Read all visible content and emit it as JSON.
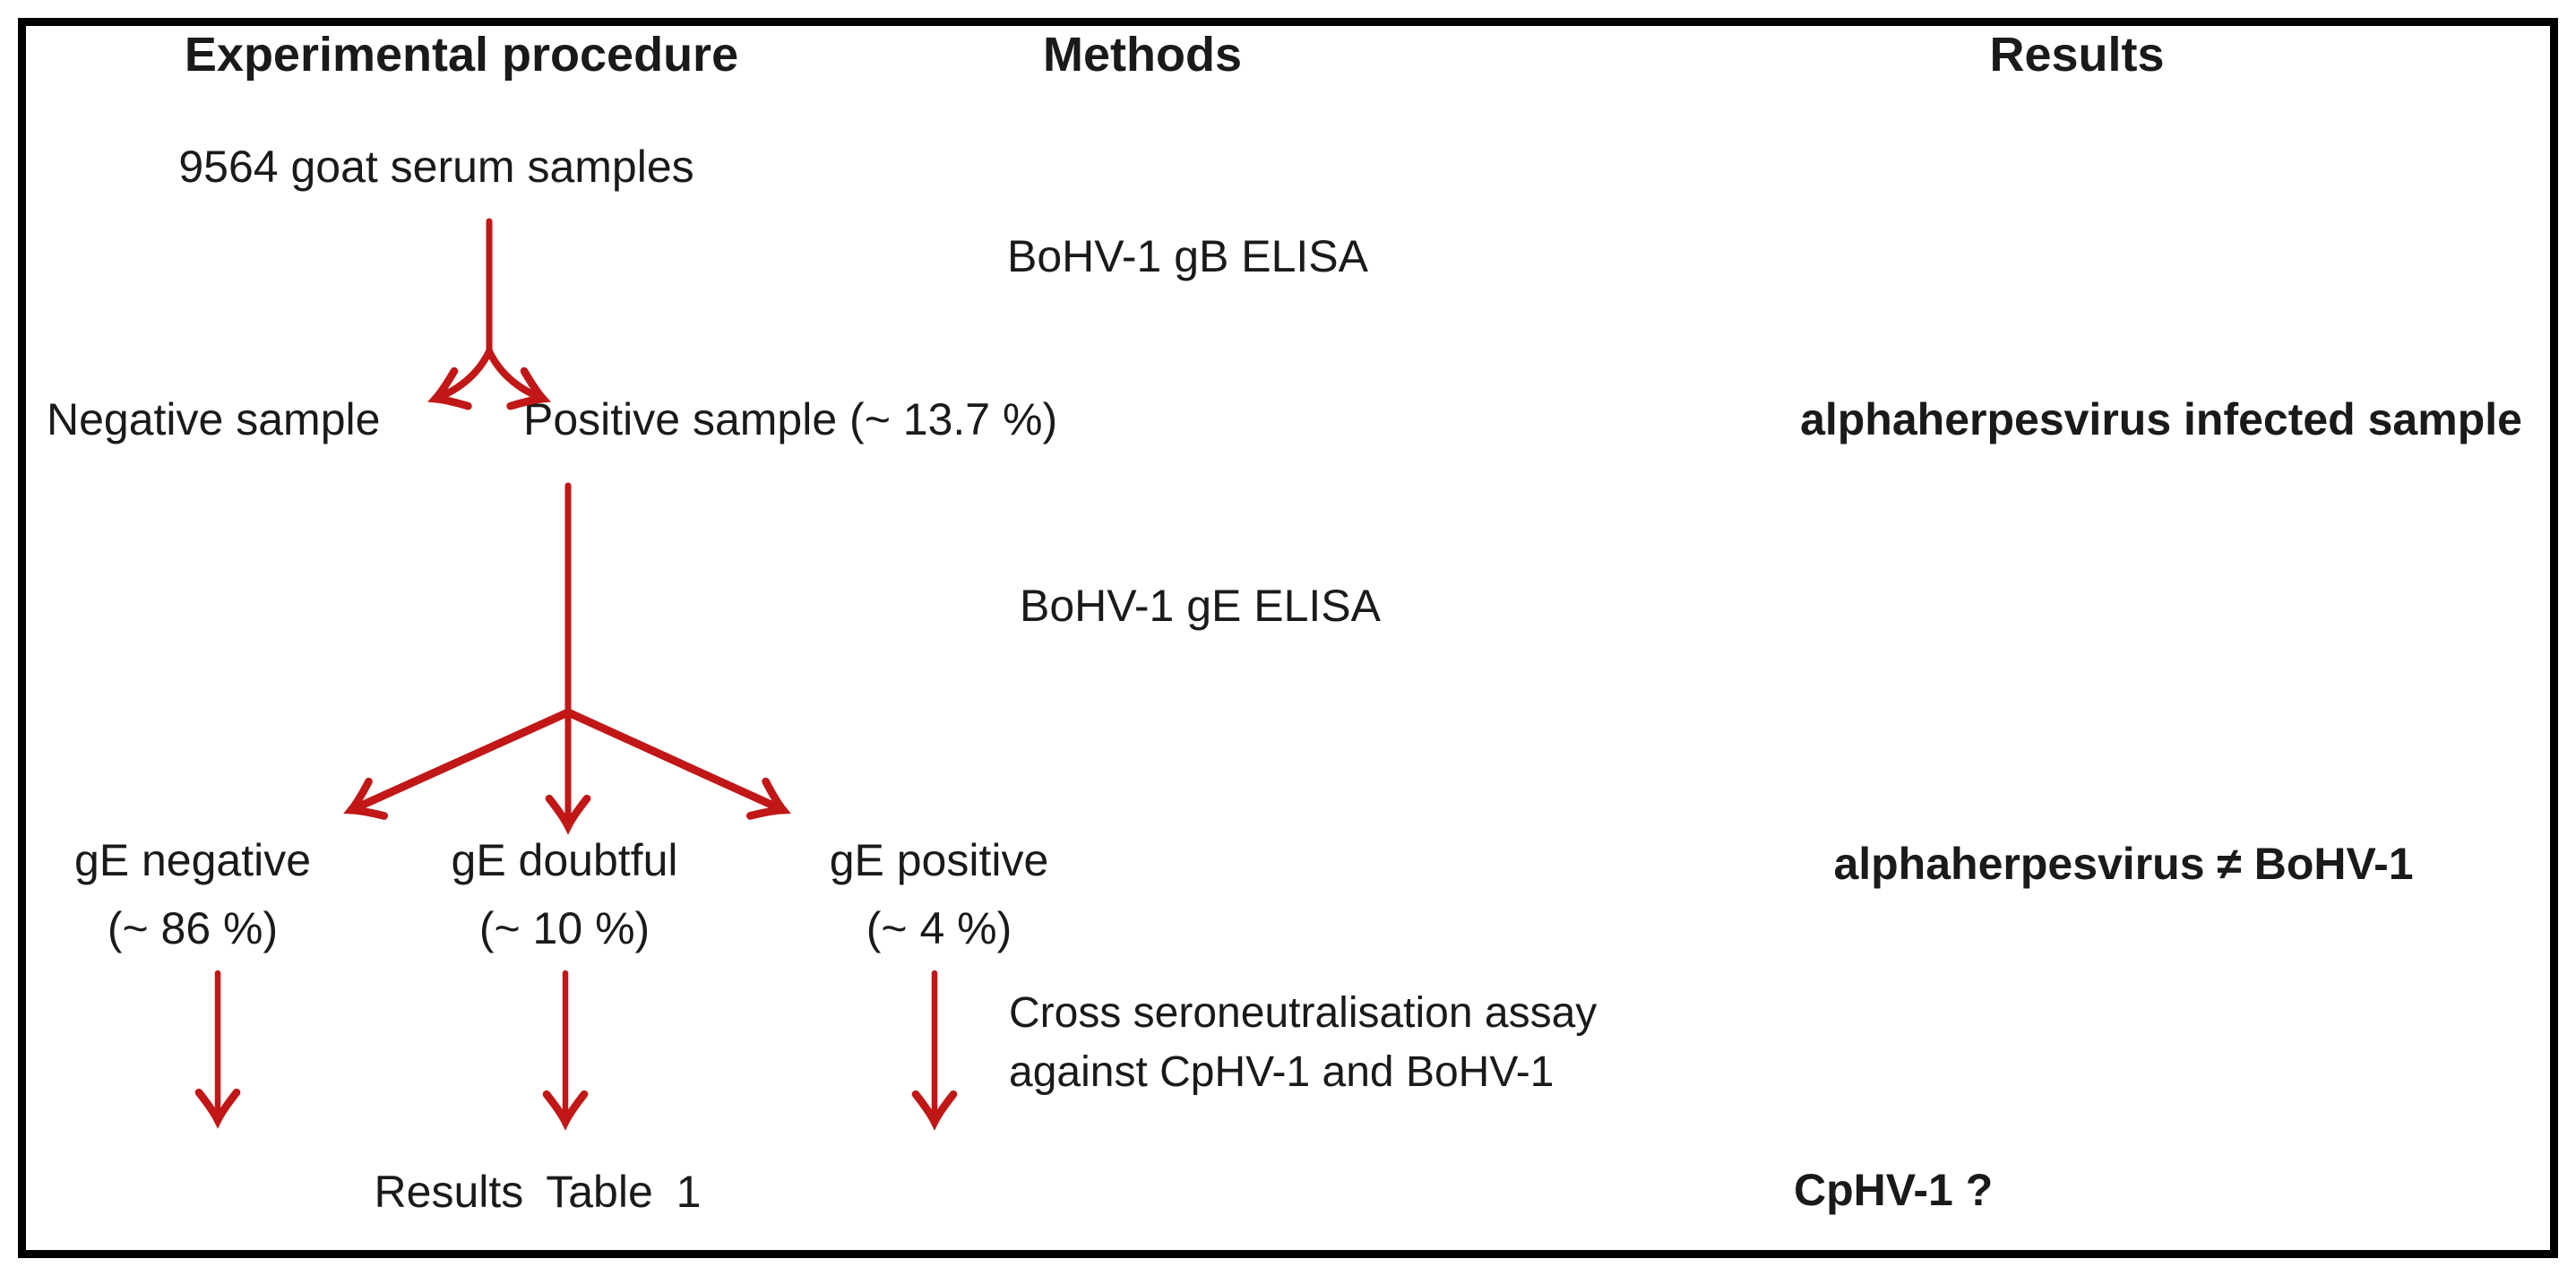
{
  "diagram": {
    "columns": {
      "experimental": "Experimental procedure",
      "methods": "Methods",
      "results": "Results"
    },
    "flow": {
      "samples": "9564 goat serum samples",
      "negative_sample": "Negative sample",
      "positive_sample": "Positive sample (~ 13.7 %)",
      "ge_negative": "gE negative",
      "ge_negative_pct": "(~ 86 %)",
      "ge_doubtful": "gE doubtful",
      "ge_doubtful_pct": "(~ 10 %)",
      "ge_positive": "gE positive",
      "ge_positive_pct": "(~ 4 %)",
      "results_table": "Results Table 1"
    },
    "methods": {
      "gb_elisa": "BoHV-1 gB ELISA",
      "ge_elisa": "BoHV-1 gE ELISA",
      "cross_assay_line1": "Cross seroneutralisation assay",
      "cross_assay_line2": "against CpHV-1 and BoHV-1"
    },
    "results": {
      "infected": "alphaherpesvirus infected sample",
      "not_bohv1": "alphaherpesvirus ≠ BoHV-1",
      "cphv1_question": "CpHV-1 ?"
    },
    "colors": {
      "arrow": "#c11717",
      "text": "#1a1a1a",
      "border": "#000000"
    }
  }
}
